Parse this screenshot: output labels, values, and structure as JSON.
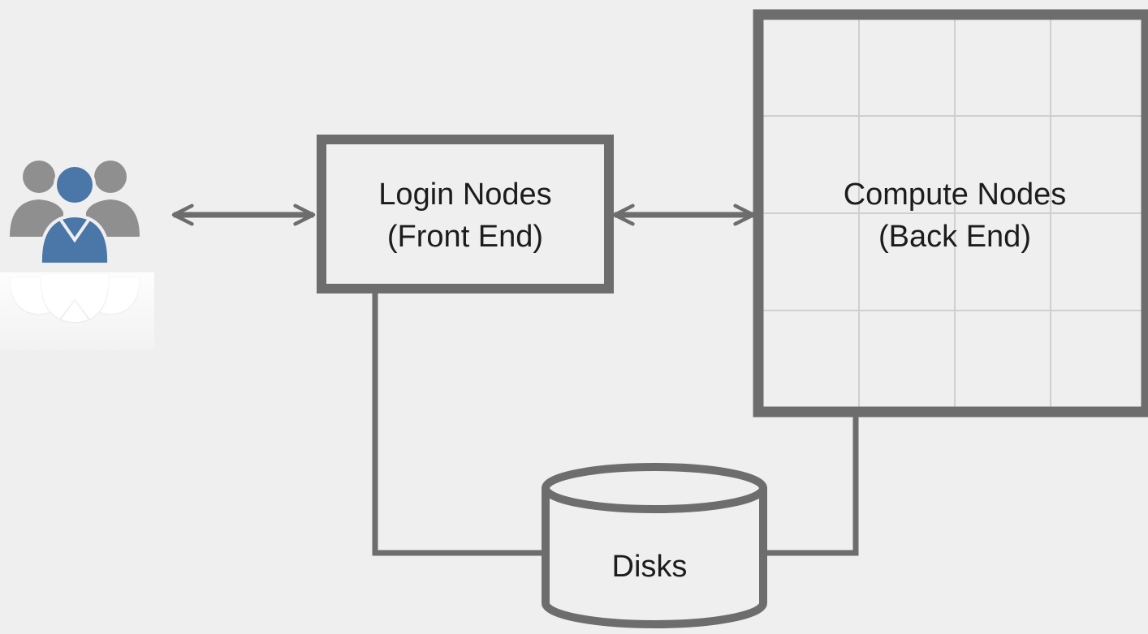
{
  "diagram": {
    "login_nodes": {
      "line1": "Login Nodes",
      "line2": "(Front End)"
    },
    "compute_nodes": {
      "line1": "Compute Nodes",
      "line2": "(Back End)"
    },
    "disks": {
      "label": "Disks"
    },
    "users": {
      "icon": "users-group-icon"
    },
    "colors": {
      "background": "#efefef",
      "stroke": "#6d6d6d",
      "grid": "#cfcfcf",
      "user_primary": "#4a76a8",
      "user_secondary": "#8f8f8f"
    }
  }
}
